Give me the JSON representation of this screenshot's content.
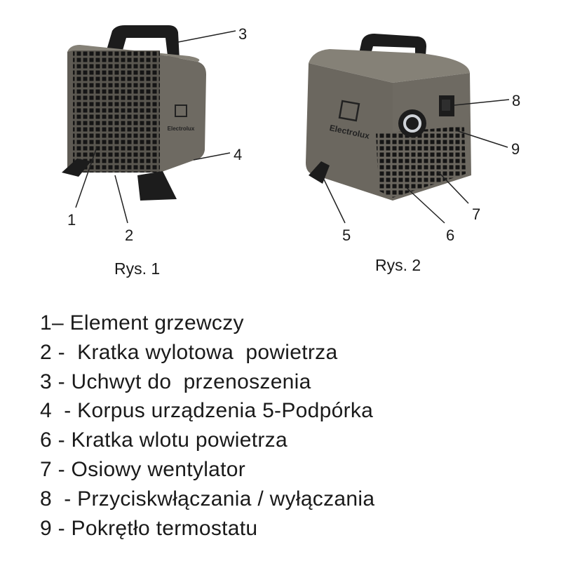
{
  "figures": [
    {
      "caption": "Rys. 1",
      "brand": "Electrolux",
      "callouts": [
        "1",
        "2",
        "3",
        "4"
      ]
    },
    {
      "caption": "Rys. 2",
      "brand": "Electrolux",
      "callouts": [
        "5",
        "6",
        "7",
        "8",
        "9"
      ]
    }
  ],
  "legend": [
    "1– Element grzewczy",
    "2 -  Kratka wylotowa  powietrza",
    "3 - Uchwyt do  przenoszenia",
    "4  - Korpus urządzenia 5-Podpórka",
    "6 - Kratka wlotu powietrza",
    "7 - Osiowy wentylator",
    "8  - Przyciskwłączania / wyłączania",
    "9 - Pokrętło termostatu"
  ],
  "colors": {
    "body": "#6b675f",
    "body_light": "#858177",
    "dark": "#1c1c1c",
    "text": "#1a1a1a"
  }
}
